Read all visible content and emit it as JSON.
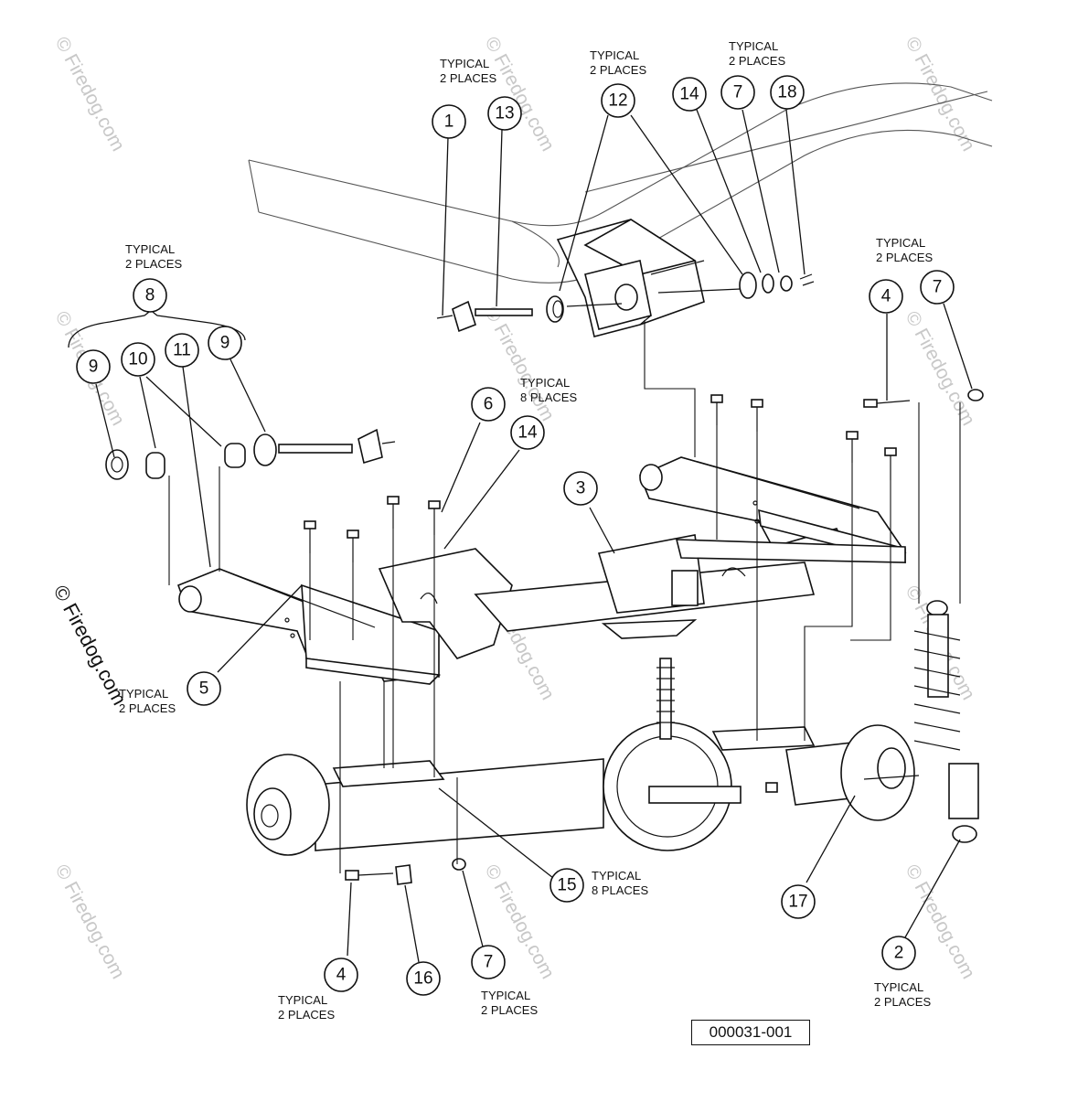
{
  "drawing_number": "000031-001",
  "watermark": {
    "main_text": "© Firedog.com",
    "repeat_text": "© Firedog.com"
  },
  "callouts": {
    "c1": "1",
    "c13": "13",
    "c12": "12",
    "c14_top": "14",
    "c7_top": "7",
    "c18": "18",
    "c8": "8",
    "c9_left": "9",
    "c10": "10",
    "c11": "11",
    "c9_right": "9",
    "c4_right": "4",
    "c7_right": "7",
    "c6": "6",
    "c14_mid": "14",
    "c3": "3",
    "c5": "5",
    "c15": "15",
    "c17": "17",
    "c4_bottom": "4",
    "c16": "16",
    "c7_bottom": "7",
    "c2": "2"
  },
  "notes": {
    "n_top_left": [
      "TYPICAL",
      "2 PLACES"
    ],
    "n_top_mid": [
      "TYPICAL",
      "2 PLACES"
    ],
    "n_top_right": [
      "TYPICAL",
      "2 PLACES"
    ],
    "n_left": [
      "TYPICAL",
      "2 PLACES"
    ],
    "n_mid": [
      "TYPICAL",
      "8 PLACES"
    ],
    "n_right": [
      "TYPICAL",
      "2 PLACES"
    ],
    "n_five": [
      "TYPICAL",
      "2 PLACES"
    ],
    "n_fifteen": [
      "TYPICAL",
      "8 PLACES"
    ],
    "n_bottom_four": [
      "TYPICAL",
      "2 PLACES"
    ],
    "n_bottom_seven": [
      "TYPICAL",
      "2 PLACES"
    ],
    "n_bottom_two": [
      "TYPICAL",
      "2 PLACES"
    ]
  }
}
